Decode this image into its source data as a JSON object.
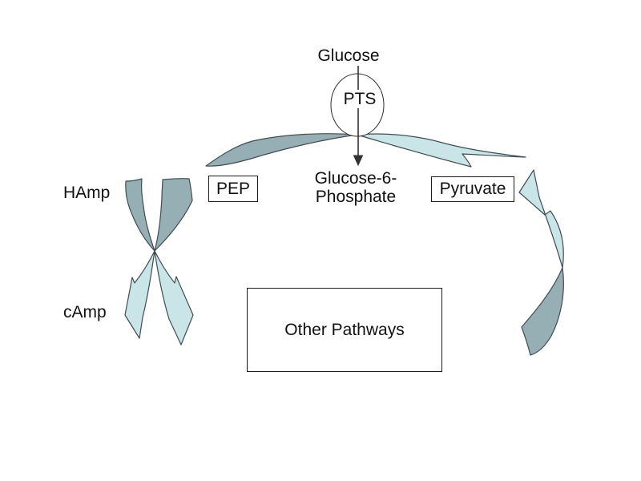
{
  "slide": {
    "background": "#ffffff",
    "nodes": {
      "glucose": {
        "label": "Glucose"
      },
      "pts": {
        "label": "PTS"
      },
      "g6p": {
        "line1": "Glucose-6-",
        "line2": "Phosphate"
      },
      "pep": {
        "label": "PEP"
      },
      "pyruvate": {
        "label": "Pyruvate"
      },
      "other_pathways": {
        "label": "Other Pathways"
      },
      "hamp": {
        "label": "HAmp"
      },
      "camp": {
        "label": "cAmp"
      }
    },
    "colors": {
      "background": "#ffffff",
      "text": "#111111",
      "box_border": "#1a1a1a",
      "arrow_dark": "#95afb4",
      "arrow_light": "#c9e5e8",
      "arrow_outline": "#3f4d52",
      "straight_arrow": "#333333"
    }
  }
}
